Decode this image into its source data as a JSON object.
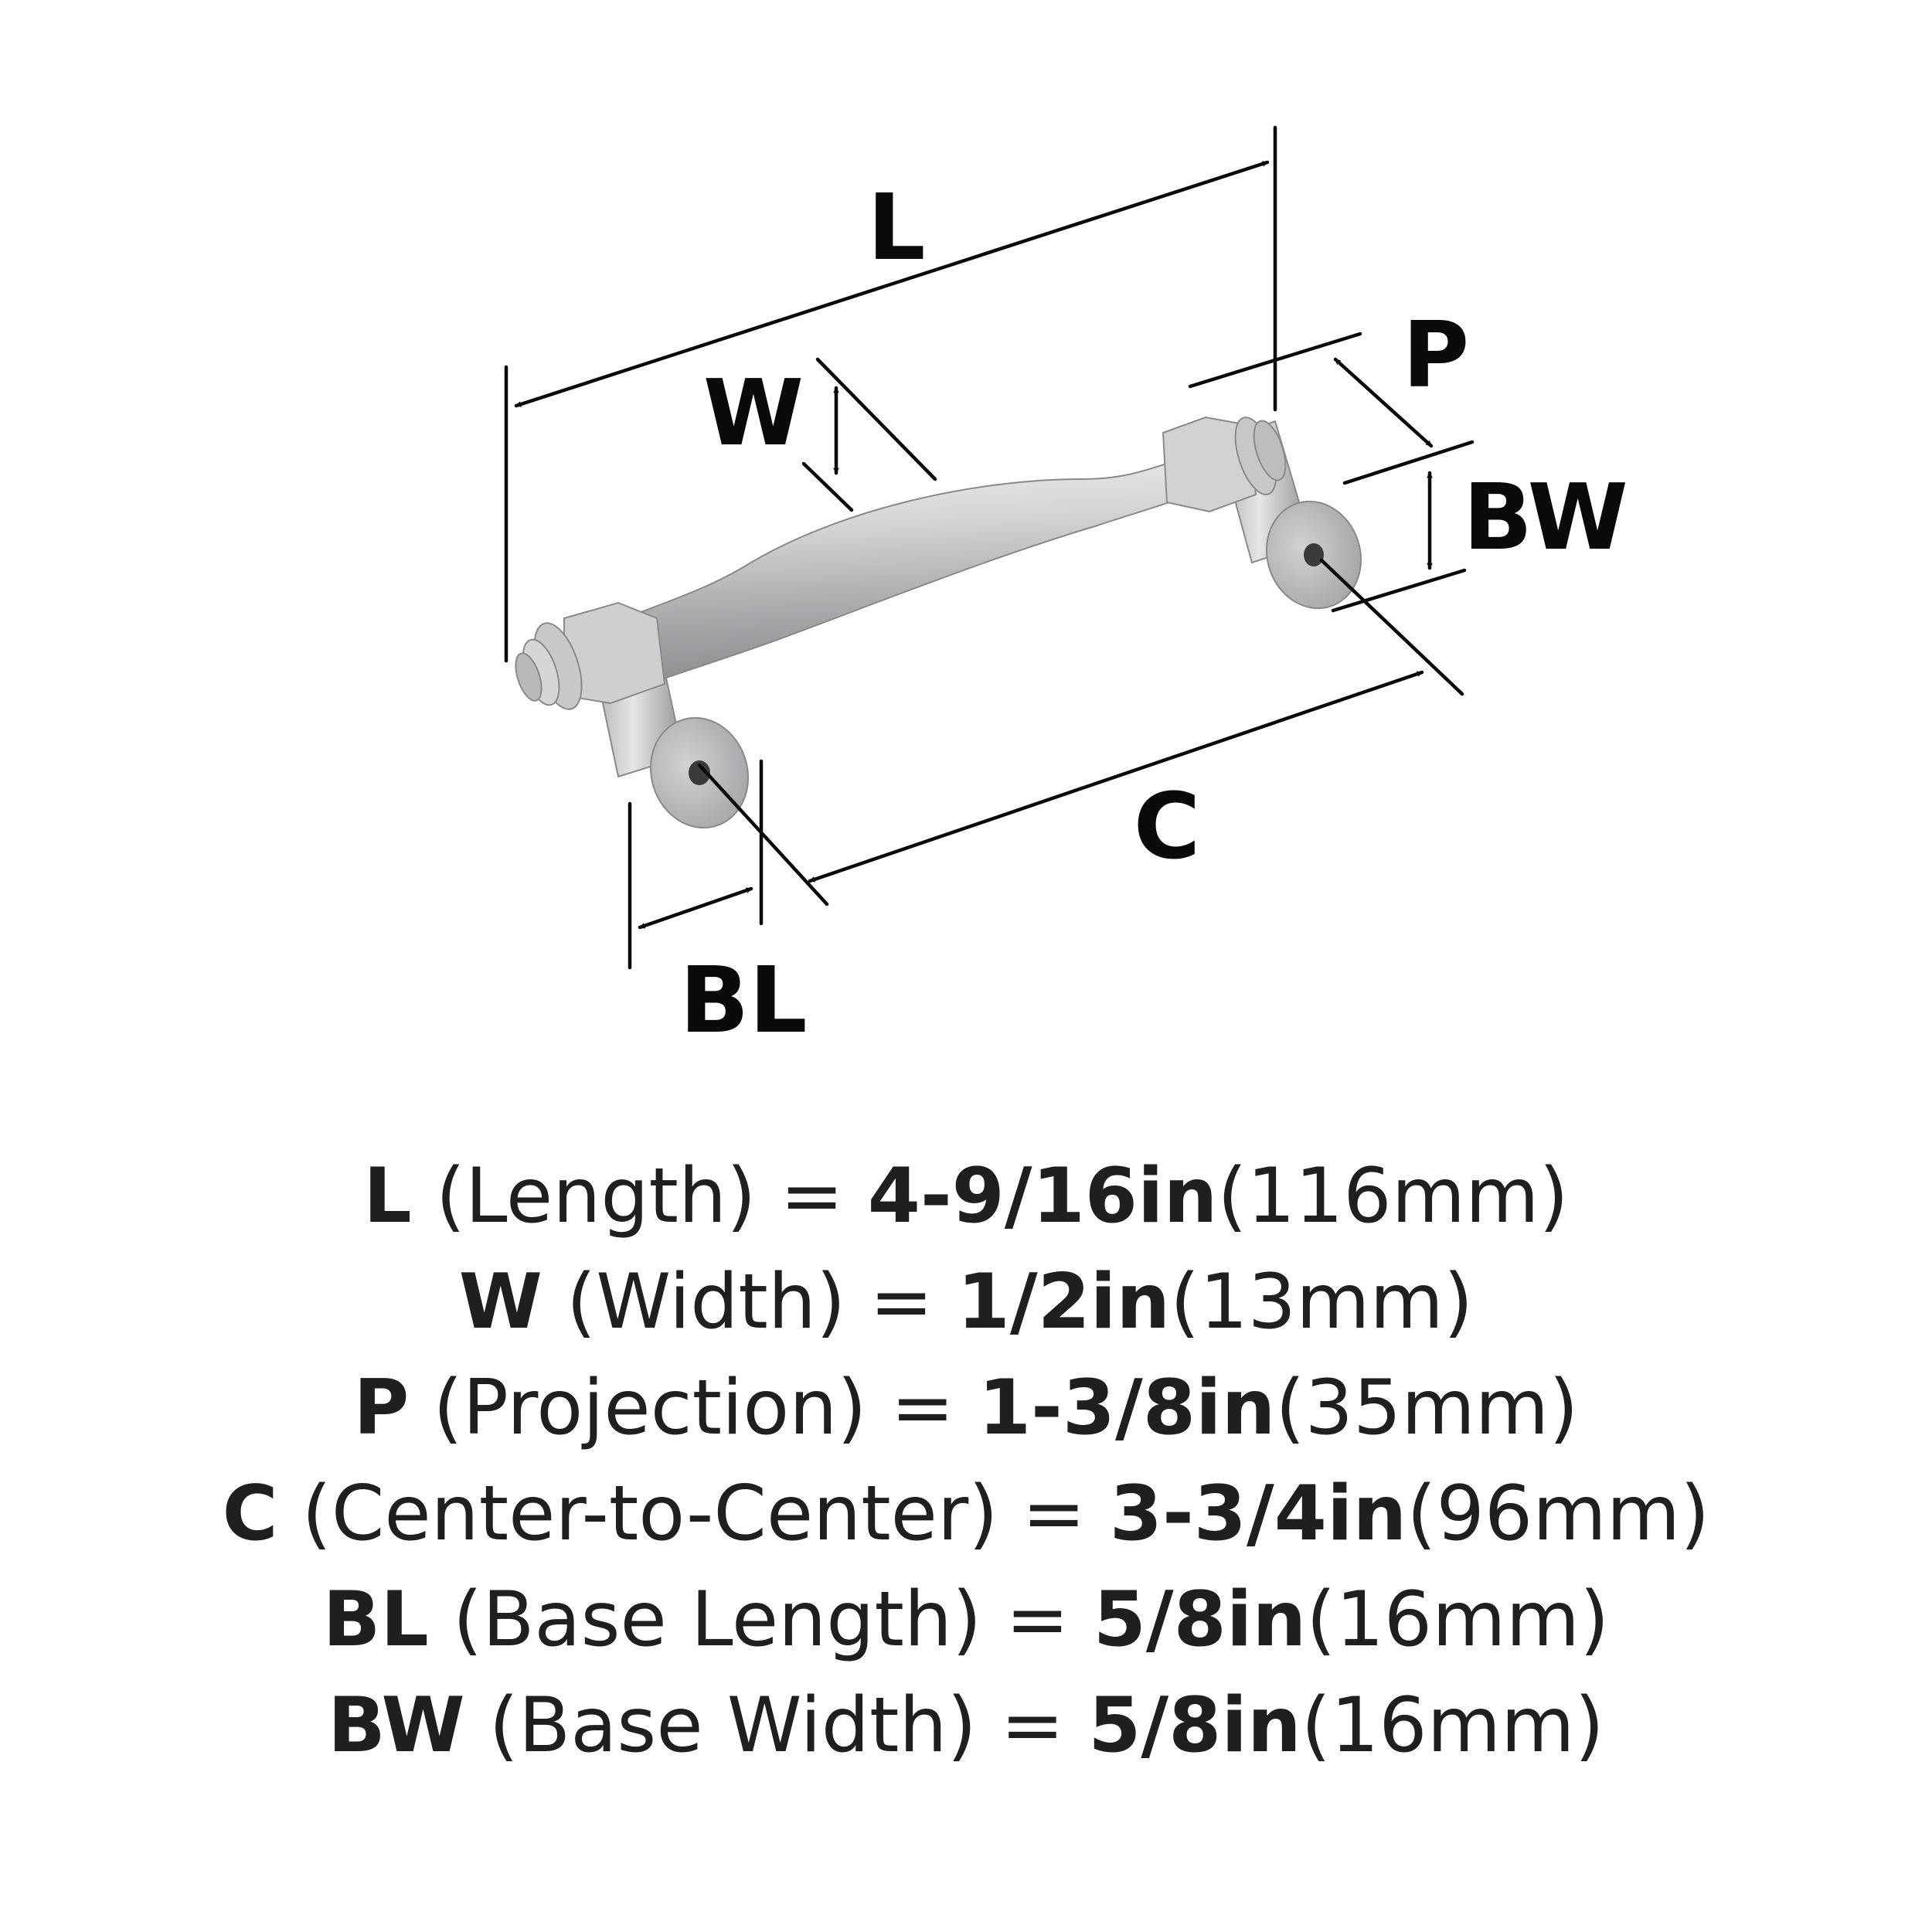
{
  "diagram": {
    "labels": {
      "L": "L",
      "W": "W",
      "P": "P",
      "BW": "BW",
      "C": "C",
      "BL": "BL"
    },
    "colors": {
      "ink": "#0a0a0a",
      "metal_light": "#e4e4e6",
      "metal_mid": "#c2c2c4",
      "metal_dark": "#8d8d90"
    }
  },
  "specs": [
    {
      "code": "L",
      "name": "(Length)",
      "eq": "=",
      "inch": "4-9/16in",
      "mm": "(116mm)"
    },
    {
      "code": "W",
      "name": "(Width)",
      "eq": "=",
      "inch": "1/2in",
      "mm": "(13mm)"
    },
    {
      "code": "P",
      "name": "(Projection)",
      "eq": "=",
      "inch": "1-3/8in",
      "mm": "(35mm)"
    },
    {
      "code": "C",
      "name": "(Center-to-Center)",
      "eq": "=",
      "inch": "3-3/4in",
      "mm": "(96mm)"
    },
    {
      "code": "BL",
      "name": "(Base Length)",
      "eq": "=",
      "inch": "5/8in",
      "mm": "(16mm)"
    },
    {
      "code": "BW",
      "name": "(Base Width)",
      "eq": "=",
      "inch": "5/8in",
      "mm": "(16mm)"
    }
  ]
}
